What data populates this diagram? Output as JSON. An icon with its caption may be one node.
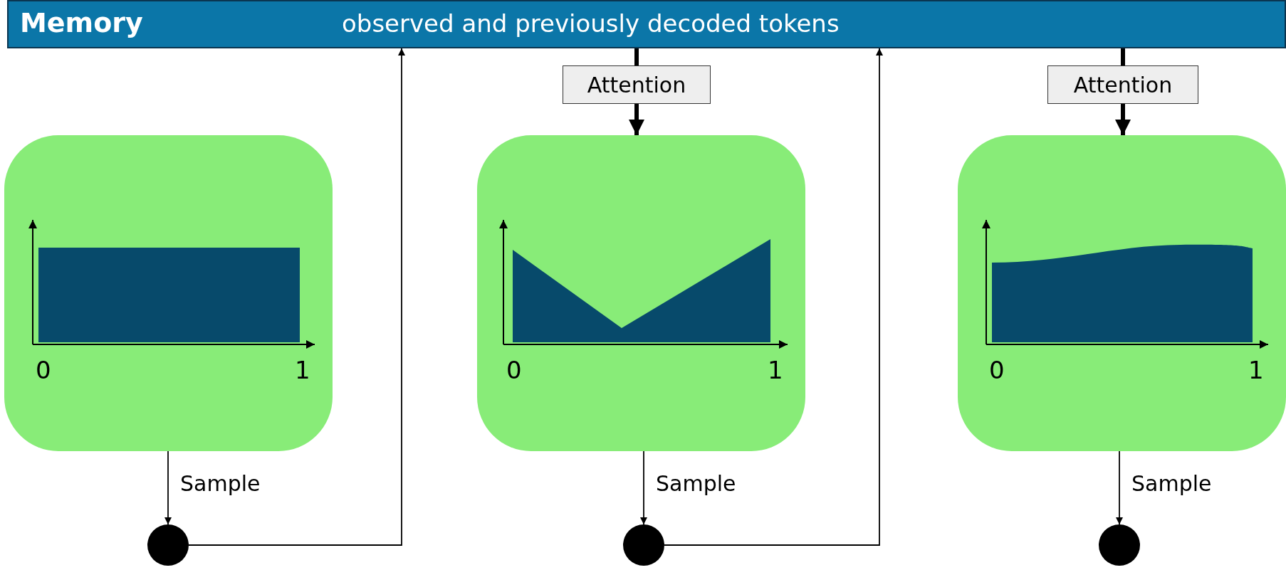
{
  "diagram": {
    "nodes": [
      {
        "text": [
          "Memory",
          "observed and previously decoded tokens"
        ]
      },
      {
        "text": [
          "Attention"
        ]
      },
      {
        "text": [
          "Attention"
        ]
      },
      {
        "text": [
          "0",
          "1"
        ]
      },
      {
        "text": [
          "0",
          "1"
        ]
      },
      {
        "text": [
          "0",
          "1"
        ]
      },
      {
        "text": [],
        "shape": "circle"
      },
      {
        "text": [],
        "shape": "circle"
      },
      {
        "text": [],
        "shape": "circle"
      }
    ],
    "edges": [
      {
        "from": 0,
        "to": 1,
        "arrow": "none",
        "style": "thick"
      },
      {
        "from": 1,
        "to": 4,
        "arrow": "to",
        "style": "thick"
      },
      {
        "from": 0,
        "to": 2,
        "arrow": "none",
        "style": "thick"
      },
      {
        "from": 2,
        "to": 5,
        "arrow": "to",
        "style": "thick"
      },
      {
        "from": 3,
        "to": 6,
        "arrow": "to",
        "label": "Sample"
      },
      {
        "from": 4,
        "to": 7,
        "arrow": "to",
        "label": "Sample"
      },
      {
        "from": 5,
        "to": 8,
        "arrow": "to",
        "label": "Sample"
      },
      {
        "from": 6,
        "to": 0,
        "arrow": "to"
      },
      {
        "from": 7,
        "to": 0,
        "arrow": "to"
      }
    ]
  }
}
